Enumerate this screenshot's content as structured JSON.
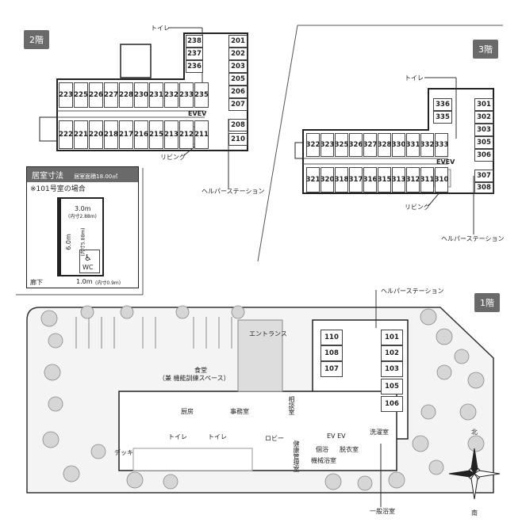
{
  "floors": {
    "f2": {
      "tag": "2階",
      "rooms_top": [
        "223",
        "225",
        "226",
        "227",
        "228",
        "230",
        "231",
        "232",
        "233",
        "235"
      ],
      "rooms_bottom": [
        "222",
        "221",
        "220",
        "218",
        "217",
        "216",
        "215",
        "213",
        "212",
        "211"
      ],
      "rooms_right": [
        "238",
        "237",
        "236",
        "201",
        "202",
        "203",
        "205",
        "206",
        "207",
        "208",
        "210"
      ],
      "toilet": "トイレ",
      "ev": "EVEV",
      "living": "リビング",
      "helper": "ヘルパーステーション"
    },
    "f3": {
      "tag": "3階",
      "rooms_top": [
        "322",
        "323",
        "325",
        "326",
        "327",
        "328",
        "330",
        "331",
        "332",
        "333"
      ],
      "rooms_bottom": [
        "321",
        "320",
        "318",
        "317",
        "316",
        "315",
        "313",
        "312",
        "311",
        "310"
      ],
      "rooms_right": [
        "336",
        "335",
        "301",
        "302",
        "303",
        "305",
        "306",
        "307",
        "308"
      ],
      "toilet": "トイレ",
      "ev": "EVEV",
      "living": "リビング",
      "helper": "ヘルパーステーション"
    },
    "f1": {
      "tag": "1階",
      "rooms": [
        "110",
        "101",
        "108",
        "102",
        "107",
        "103",
        "105",
        "106"
      ],
      "helper": "ヘルパーステーション",
      "entrance": "エントランス",
      "dining": "食堂",
      "dining_sub": "（兼 機能訓練スペース）",
      "kitchen": "厨房",
      "office": "事務室",
      "consult": "相談室",
      "lobby": "ロビー",
      "health": "健康管理室",
      "ev": "EV EV",
      "laundry": "洗濯室",
      "private_bath": "個浴",
      "changing": "脱衣室",
      "machine_bath": "機械浴室",
      "toilet1": "トイレ",
      "toilet2": "トイレ",
      "deck": "デッキ",
      "general_bath": "一般浴室",
      "north": "北",
      "south": "南"
    }
  },
  "dimensions": {
    "title": "居室寸法",
    "area": "居室面積18.00㎡",
    "note": "※101号室の場合",
    "width_outer": "3.0m",
    "width_inner": "(内寸2.88m)",
    "depth_outer": "6.0m",
    "depth_inner": "(内寸5.88m)",
    "wc": "WC",
    "corridor": "廊下",
    "door_outer": "1.0m",
    "door_inner": "(内寸0.9m)"
  }
}
